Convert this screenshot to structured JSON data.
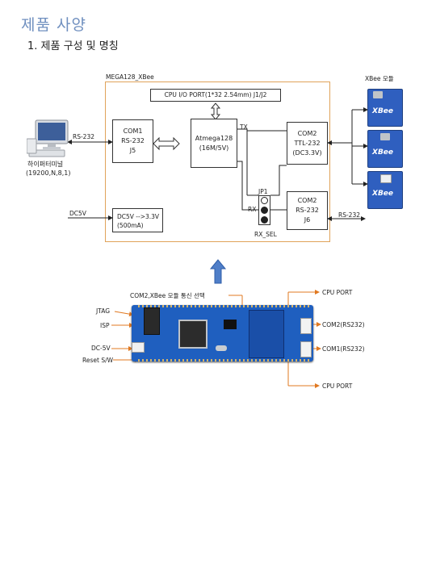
{
  "header": {
    "title": "제품 사양",
    "subtitle": "1. 제품 구성 및 명칭"
  },
  "block_diagram": {
    "board_label": "MEGA128_XBee",
    "xbee_label": "XBee 모듈",
    "cpu_io_port": "CPU I/O PORT(1*32 2.54mm) J1/J2",
    "com1": [
      "COM1",
      "RS-232",
      "J5"
    ],
    "atmega": [
      "Atmega128",
      "(16M/5V)"
    ],
    "com2_ttl": [
      "COM2",
      "TTL-232",
      "(DC3.3V)"
    ],
    "com2_rs": [
      "COM2",
      "RS-232",
      "J6"
    ],
    "jp1": "JP1",
    "tx": "TX",
    "rx": "RX",
    "rx_sel": "RX_SEL",
    "dc_box": [
      "DC5V -->3.3V",
      "(500mA)"
    ],
    "rs232_left": "RS-232",
    "rs232_right": "RS-232",
    "dc5v": "DC5V",
    "terminal": [
      "하이퍼터미널",
      "(19200,N,8,1)"
    ],
    "xbee_chip_text": "XBee"
  },
  "board_photo": {
    "com2_select": "COM2,XBee 모듈 통신 선택",
    "cpu_port_top": "CPU PORT",
    "cpu_port_bottom": "CPU PORT",
    "jtag": "JTAG",
    "isp": "ISP",
    "dc5v": "DC-5V",
    "reset": "Reset S/W",
    "com2_rs232": "COM2(RS232)",
    "com1_rs232": "COM1(RS232)"
  },
  "colors": {
    "title": "#6f8fbf",
    "board_frame": "#e0a35a",
    "pcb_blue": "#1f5fbf",
    "arrow_blue": "#4f7ec8",
    "callout": "#e07820"
  }
}
